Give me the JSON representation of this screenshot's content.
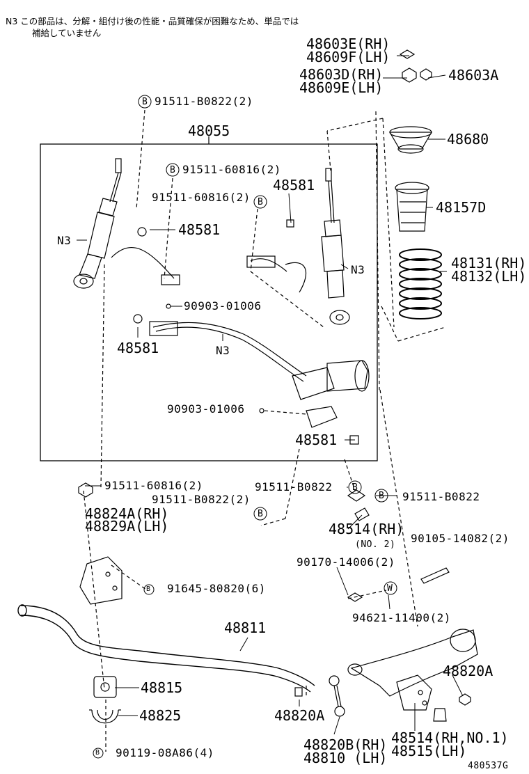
{
  "note": {
    "code": "N3",
    "line1": "この部品は、分解・組付け後の性能・品質確保が困難なため、単品では",
    "line2": "補給していません"
  },
  "markers": {
    "b": "B",
    "w": "W"
  },
  "parts": {
    "p48603E": "48603E(RH)",
    "p48609F": "48609F(LH)",
    "p48603D": "48603D(RH)",
    "p48609E": "48609E(LH)",
    "p48603A": "48603A",
    "p91511B0822_2_top": "91511-B0822(2)",
    "p48055": "48055",
    "p48680": "48680",
    "p91511_60816_2_a": "91511-60816(2)",
    "p48581_a": "48581",
    "p91511_60816_2_b": "91511-60816(2)",
    "p48157D": "48157D",
    "n3_left": "N3",
    "p48581_b": "48581",
    "p48131": "48131(RH)",
    "p48132": "48132(LH)",
    "n3_right": "N3",
    "p90903_a": "90903-01006",
    "p48581_c": "48581",
    "n3_mid": "N3",
    "p90903_b": "90903-01006",
    "p48581_d": "48581",
    "p91511_60816_2_c": "91511-60816(2)",
    "p91511B0822_mid": "91511-B0822",
    "p91511B0822_2_mid": "91511-B0822(2)",
    "p91511B0822_right": "91511-B0822",
    "p48824A": "48824A(RH)",
    "p48829A": "48829A(LH)",
    "p48514_rh": "48514(RH)",
    "p_no2": "(NO. 2)",
    "p90105": "90105-14082(2)",
    "p90170": "90170-14006(2)",
    "p91645": "91645-80820(6)",
    "p94621": "94621-11400(2)",
    "p48811": "48811",
    "p48820A_r": "48820A",
    "p48815": "48815",
    "p48825": "48825",
    "p48820A_l": "48820A",
    "p48514_no1": "48514(RH,NO.1)",
    "p48515": "48515(LH)",
    "p48820B": "48820B(RH)",
    "p48810": "48810 (LH)",
    "p90119": "90119-08A86(4)"
  },
  "figure_id": "480537G"
}
